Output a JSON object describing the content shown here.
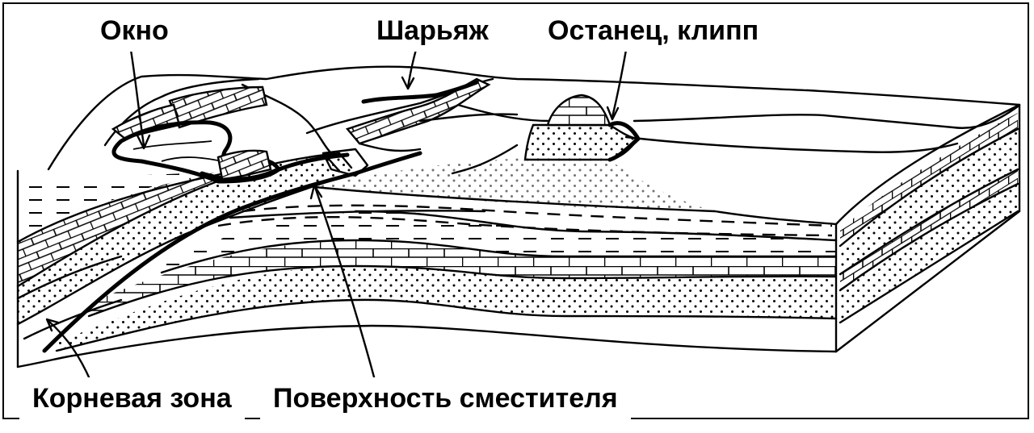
{
  "labels": {
    "window": "Окно",
    "thrust_sheet": "Шарьяж",
    "outlier_klippe": "Останец, клипп",
    "root_zone": "Корневая зона",
    "thrust_surface": "Поверхность сместителя"
  },
  "colors": {
    "line": "#000000",
    "background": "#ffffff"
  }
}
